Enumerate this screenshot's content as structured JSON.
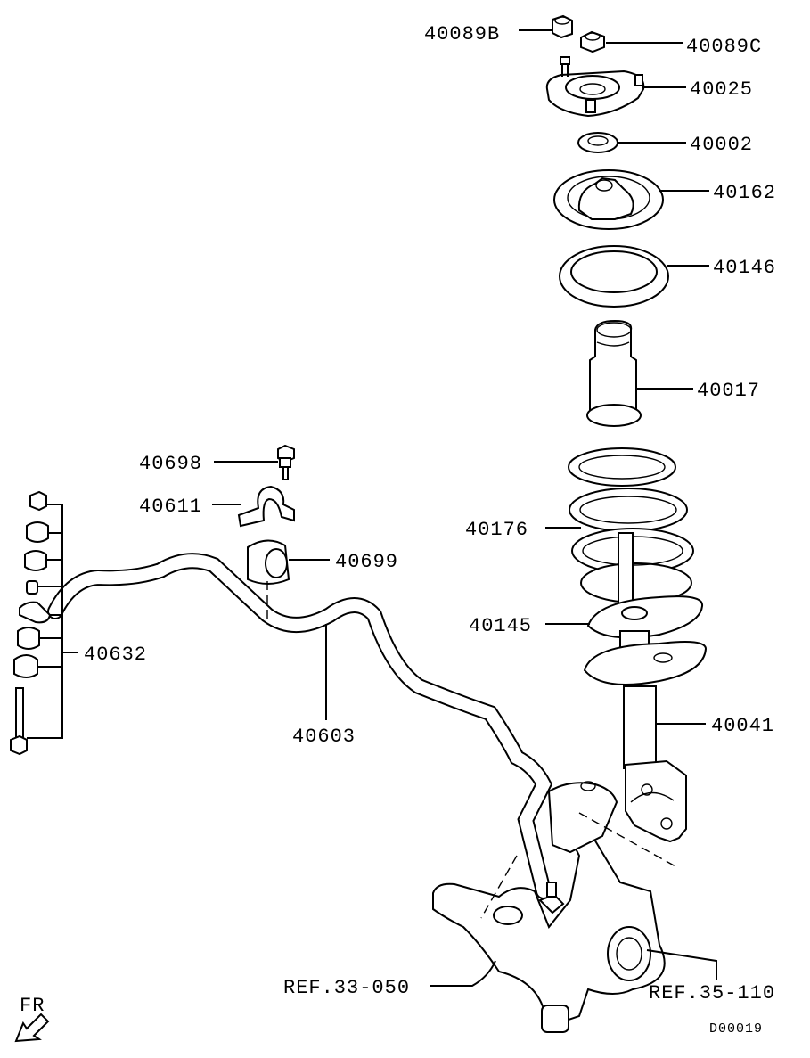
{
  "labels": {
    "p40089b": "40089B",
    "p40089c": "40089C",
    "p40025": "40025",
    "p40002": "40002",
    "p40162": "40162",
    "p40146": "40146",
    "p40017": "40017",
    "p40698": "40698",
    "p40611": "40611",
    "p40699": "40699",
    "p40176": "40176",
    "p40145": "40145",
    "p40632": "40632",
    "p40603": "40603",
    "p40041": "40041",
    "ref33": "REF.33-050",
    "ref35": "REF.35-110",
    "fr": "FR",
    "diagram_code": "D00019"
  }
}
